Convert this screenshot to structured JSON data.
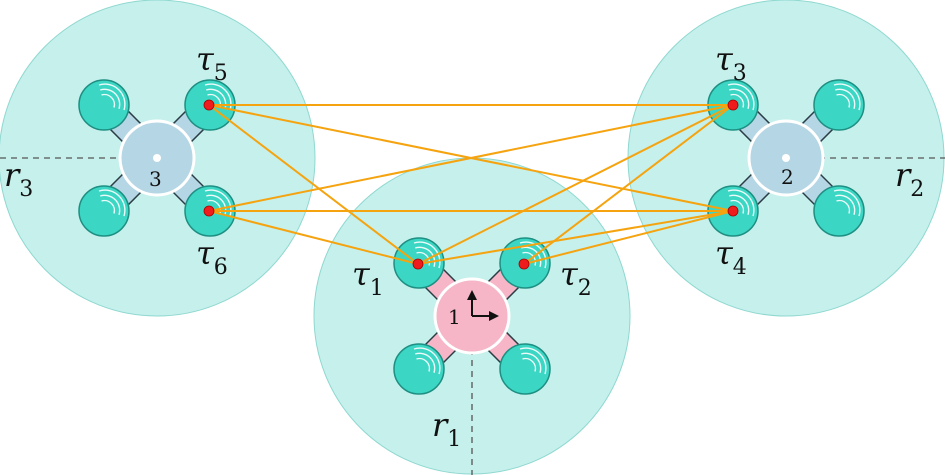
{
  "colors": {
    "range_fill": "#9fe6df",
    "range_stroke": "#8fd8d0",
    "rotor_fill": "#3cd6c4",
    "rotor_stroke": "#1e8f82",
    "anchor": "#ee1c1c",
    "link": "#f5a30f",
    "drone_blue": "#b5d6e4",
    "drone_pink": "#f6b6c8",
    "axis": "#555555"
  },
  "robots": [
    {
      "id": "1",
      "range_label": "r",
      "range_sub": "1",
      "body": "pink"
    },
    {
      "id": "2",
      "range_label": "r",
      "range_sub": "2",
      "body": "blue"
    },
    {
      "id": "3",
      "range_label": "r",
      "range_sub": "3",
      "body": "blue"
    }
  ],
  "anchors": [
    {
      "label": "τ",
      "sub": "1"
    },
    {
      "label": "τ",
      "sub": "2"
    },
    {
      "label": "τ",
      "sub": "3"
    },
    {
      "label": "τ",
      "sub": "4"
    },
    {
      "label": "τ",
      "sub": "5"
    },
    {
      "label": "τ",
      "sub": "6"
    }
  ],
  "links": [
    [
      5,
      3
    ],
    [
      5,
      4
    ],
    [
      5,
      1
    ],
    [
      6,
      3
    ],
    [
      6,
      4
    ],
    [
      6,
      1
    ],
    [
      1,
      3
    ],
    [
      1,
      4
    ],
    [
      2,
      3
    ],
    [
      2,
      4
    ]
  ]
}
